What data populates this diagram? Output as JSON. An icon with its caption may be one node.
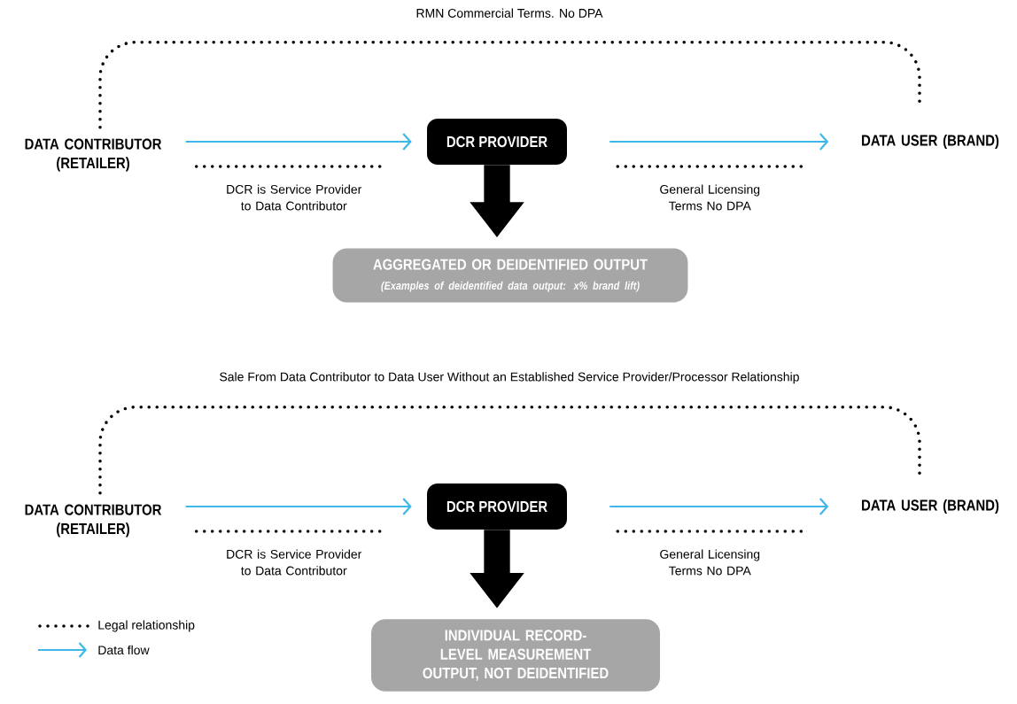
{
  "diagram": {
    "nodes": [
      {
        "text": [
          "DATA CONTRIBUTOR (RETAILER)"
        ]
      },
      {
        "text": [
          "DCR PROVIDER"
        ]
      },
      {
        "text": [
          "DATA USER (BRAND)"
        ]
      },
      {
        "text": [
          "AGGREGATED OR DEIDENTIFIED OUTPUT",
          "(Examples of deidentified data output: x% brand lift)"
        ]
      },
      {
        "text": [
          "DATA CONTRIBUTOR (RETAILER)"
        ]
      },
      {
        "text": [
          "DCR PROVIDER"
        ]
      },
      {
        "text": [
          "DATA USER (BRAND)"
        ]
      },
      {
        "text": [
          "INDIVIDUAL RECORD-LEVEL MEASUREMENT OUTPUT, NOT DEIDENTIFIED"
        ]
      }
    ],
    "edges": [
      {
        "from": 0,
        "to": 2,
        "arrow": "none",
        "style": "dashed",
        "color": "#000000",
        "label": "RMN Commercial Terms. No DPA"
      },
      {
        "from": 0,
        "to": 1,
        "arrow": "to",
        "color": "#3db8e8"
      },
      {
        "from": 1,
        "to": 2,
        "arrow": "to",
        "color": "#3db8e8"
      },
      {
        "from": 0,
        "to": 1,
        "arrow": "none",
        "style": "dashed",
        "color": "#000000",
        "label": "DCR is Service Provider to Data Contributor"
      },
      {
        "from": 1,
        "to": 2,
        "arrow": "none",
        "style": "dashed",
        "color": "#000000",
        "label": "General Licensing Terms No DPA"
      },
      {
        "from": 1,
        "to": 3,
        "arrow": "to",
        "style": "thick",
        "color": "#000000"
      },
      {
        "from": 4,
        "to": 6,
        "arrow": "none",
        "style": "dashed",
        "color": "#000000",
        "label": "Sale From Data Contributor to Data User Without an Established Service Provider/Processor Relationship"
      },
      {
        "from": 4,
        "to": 5,
        "arrow": "to",
        "color": "#3db8e8"
      },
      {
        "from": 5,
        "to": 6,
        "arrow": "to",
        "color": "#3db8e8"
      },
      {
        "from": 4,
        "to": 5,
        "arrow": "none",
        "style": "dashed",
        "color": "#000000",
        "label": "DCR is Service Provider to Data Contributor"
      },
      {
        "from": 5,
        "to": 6,
        "arrow": "none",
        "style": "dashed",
        "color": "#000000",
        "label": "General Licensing Terms No DPA"
      },
      {
        "from": 5,
        "to": 7,
        "arrow": "to",
        "style": "thick",
        "color": "#000000"
      }
    ],
    "legend": [
      {
        "text": "Legal relationship"
      },
      {
        "text": "Data flow"
      }
    ]
  }
}
